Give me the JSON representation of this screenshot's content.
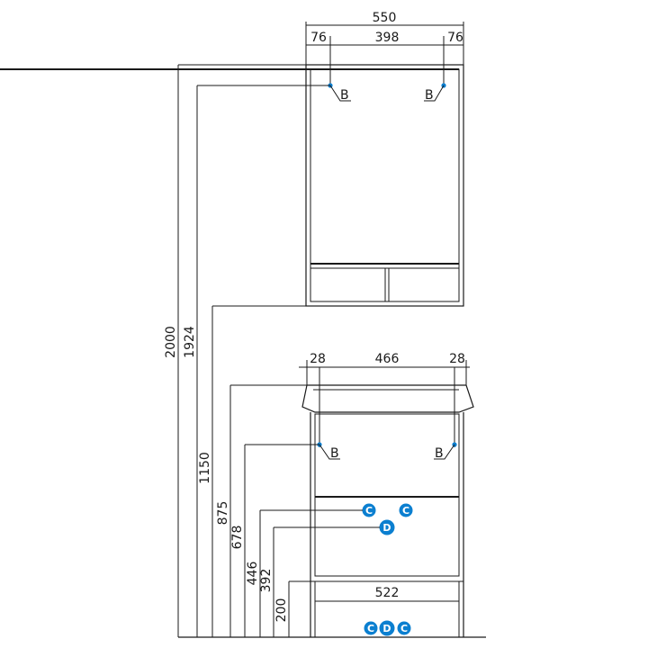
{
  "colors": {
    "marker": "#0b7fd0",
    "line": "#1a1a1a"
  },
  "top_unit": {
    "dim_total": "550",
    "dim_left": "76",
    "dim_mid": "398",
    "dim_right": "76",
    "label_b_left": "B",
    "label_b_right": "B"
  },
  "bottom_unit": {
    "dim_left": "28",
    "dim_mid": "466",
    "dim_right": "28",
    "dim_base": "522",
    "label_b_left": "B",
    "label_b_right": "B",
    "marker_c": "C",
    "marker_d": "D"
  },
  "heights": {
    "h2000": "2000",
    "h1924": "1924",
    "h1150": "1150",
    "h875": "875",
    "h678": "678",
    "h446": "446",
    "h392": "392",
    "h200": "200"
  }
}
